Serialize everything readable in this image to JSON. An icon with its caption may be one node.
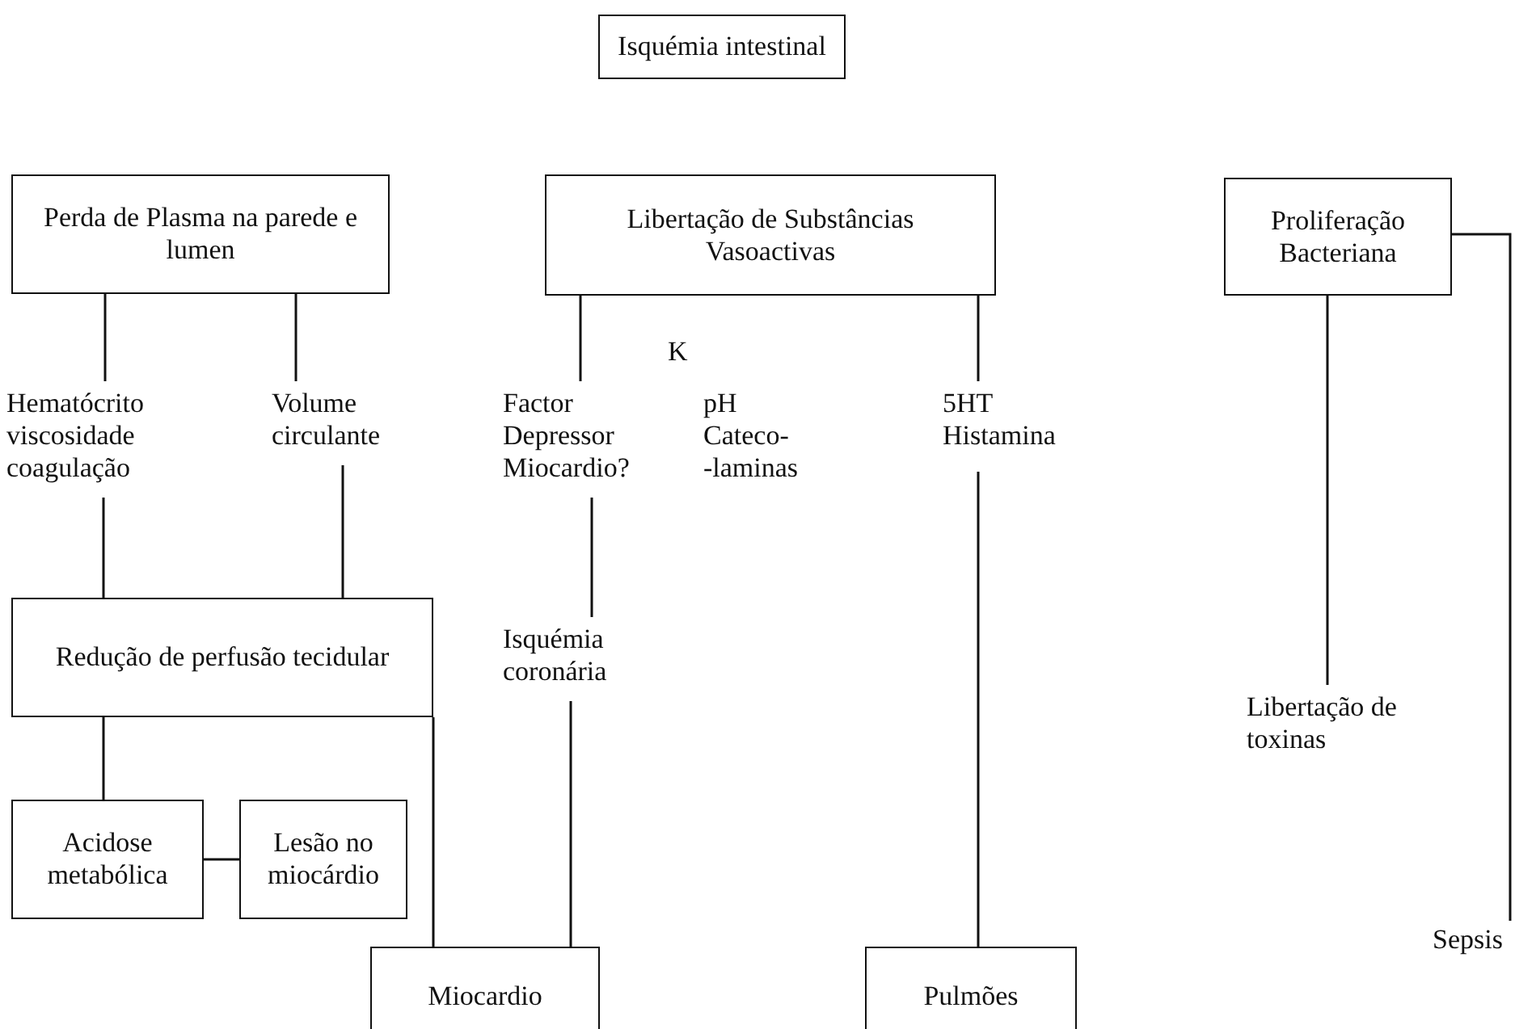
{
  "diagram": {
    "nodes": [
      {
        "text": [
          "Isquémia intestinal"
        ]
      },
      {
        "text": [
          "Perda de Plasma na parede e lumen"
        ]
      },
      {
        "text": [
          "Libertação de Substâncias Vasoactivas"
        ]
      },
      {
        "text": [
          "Proliferação Bacteriana"
        ]
      },
      {
        "text": [
          "Hematócrito viscosidade coagulação"
        ]
      },
      {
        "text": [
          "Volume circulante"
        ]
      },
      {
        "text": [
          "Factor Depressor Miocardio?"
        ]
      },
      {
        "text": [
          "5HT Histamina"
        ]
      },
      {
        "text": [
          "Redução de perfusão tecidular"
        ]
      },
      {
        "text": [
          "Isquémia coronária"
        ]
      },
      {
        "text": [
          "Acidose metabólica"
        ]
      },
      {
        "text": [
          "Lesão no miocárdio"
        ]
      },
      {
        "text": [
          "Miocardio"
        ]
      },
      {
        "text": [
          "Pulmões"
        ]
      },
      {
        "text": [
          "Libertação de toxinas"
        ]
      },
      {
        "text": [
          "Sepsis"
        ]
      }
    ],
    "edges": [
      {
        "from": 1,
        "to": 4,
        "arrow": "none"
      },
      {
        "from": 1,
        "to": 5,
        "arrow": "none"
      },
      {
        "from": 2,
        "to": 6,
        "arrow": "none"
      },
      {
        "from": 2,
        "to": 7,
        "arrow": "none"
      },
      {
        "from": 4,
        "to": 8,
        "arrow": "none"
      },
      {
        "from": 5,
        "to": 8,
        "arrow": "none"
      },
      {
        "from": 6,
        "to": 9,
        "arrow": "none"
      },
      {
        "from": 8,
        "to": 10,
        "arrow": "none"
      },
      {
        "from": 10,
        "to": 11,
        "arrow": "none"
      },
      {
        "from": 8,
        "to": 12,
        "arrow": "none"
      },
      {
        "from": 9,
        "to": 12,
        "arrow": "none"
      },
      {
        "from": 7,
        "to": 13,
        "arrow": "none"
      },
      {
        "from": 3,
        "to": 14,
        "arrow": "none"
      },
      {
        "from": 3,
        "to": 15,
        "arrow": "none"
      }
    ],
    "labels": [
      "K",
      "pH Cateco- -laminas"
    ]
  }
}
